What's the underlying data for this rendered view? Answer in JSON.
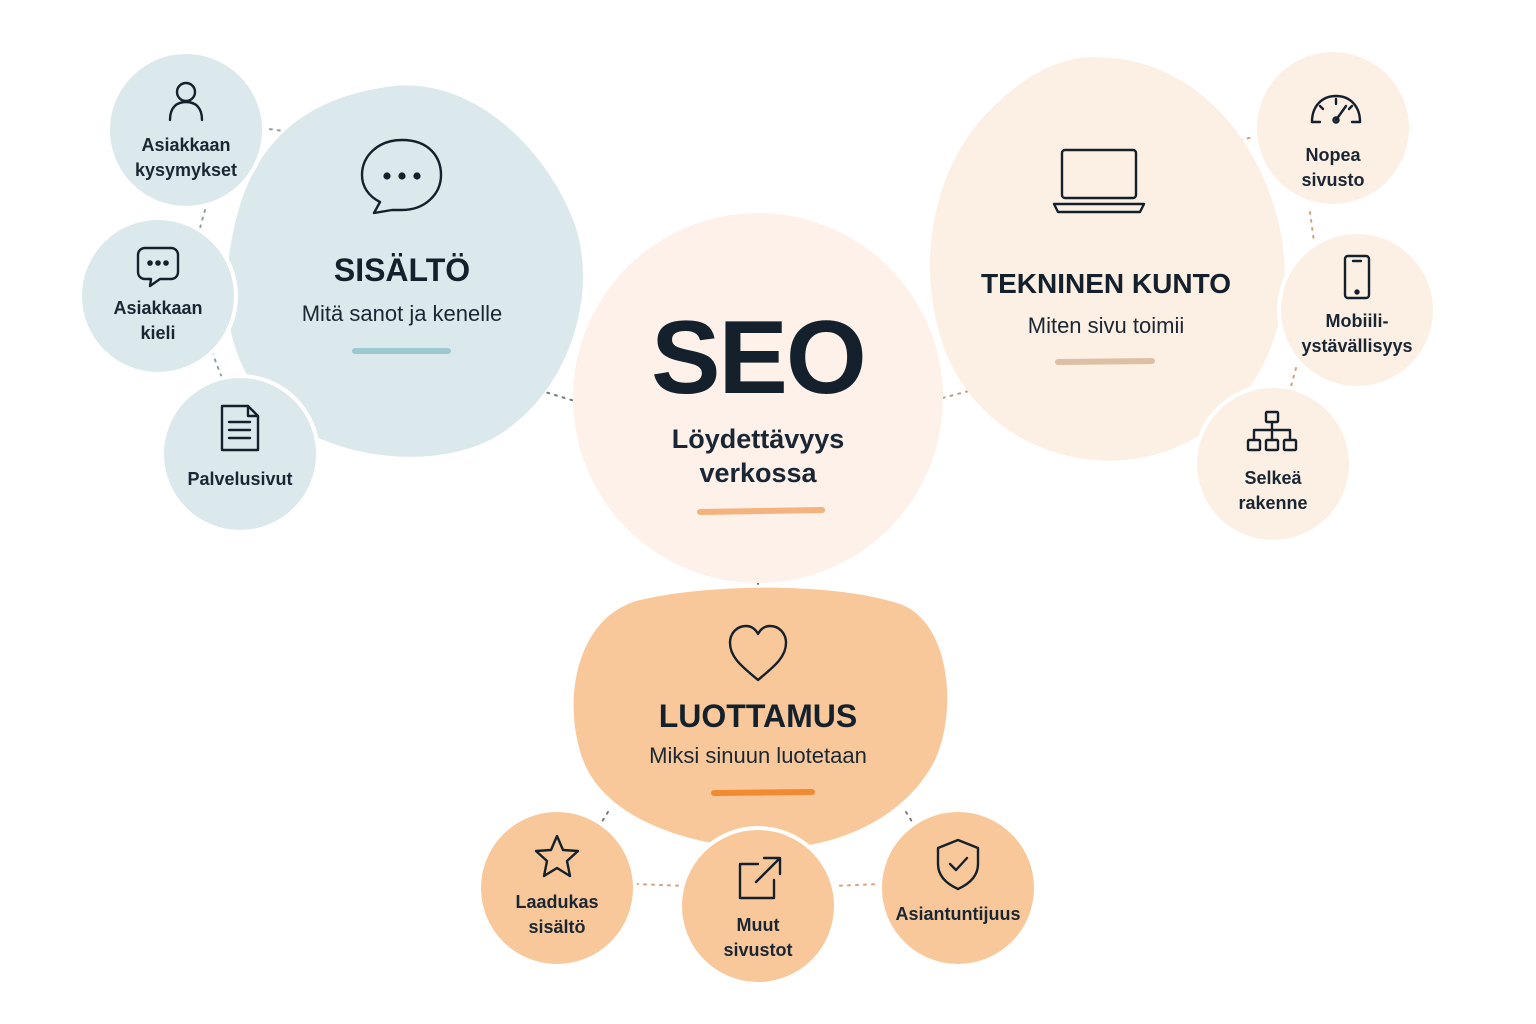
{
  "center": {
    "title": "SEO",
    "subtitle_line1": "Löydettävyys",
    "subtitle_line2": "verkossa",
    "icon": null
  },
  "clusters": {
    "content": {
      "title": "SISÄLTÖ",
      "subtitle": "Mitä sanot ja kenelle",
      "icon": "speech-bubble-icon",
      "color": "#dce9ec",
      "items": [
        {
          "line1": "Asiakkaan",
          "line2": "kysymykset",
          "icon": "person-icon"
        },
        {
          "line1": "Asiakkaan",
          "line2": "kieli",
          "icon": "chat-bubble-icon"
        },
        {
          "line1": "Palvelusivut",
          "line2": "",
          "icon": "document-icon"
        }
      ]
    },
    "technical": {
      "title": "TEKNINEN KUNTO",
      "subtitle": "Miten sivu toimii",
      "icon": "laptop-icon",
      "color": "#fcefe4",
      "items": [
        {
          "line1": "Nopea",
          "line2": "sivusto",
          "icon": "speedometer-icon"
        },
        {
          "line1": "Mobiili-",
          "line2": "ystävällisyys",
          "icon": "mobile-phone-icon"
        },
        {
          "line1": "Selkeä",
          "line2": "rakenne",
          "icon": "sitemap-icon"
        }
      ]
    },
    "trust": {
      "title": "LUOTTAMUS",
      "subtitle": "Miksi sinuun luotetaan",
      "icon": "heart-icon",
      "color": "#f9c89a",
      "items": [
        {
          "line1": "Laadukas",
          "line2": "sisältö",
          "icon": "star-icon"
        },
        {
          "line1": "Muut",
          "line2": "sivustot",
          "icon": "external-link-icon"
        },
        {
          "line1": "Asiantuntijuus",
          "line2": "",
          "icon": "shield-check-icon"
        }
      ]
    }
  },
  "colors": {
    "center_fill": "#fdf1ea",
    "content_fill": "#dce9ec",
    "content_accent": "#9cc8cf",
    "technical_fill": "#fcefe4",
    "technical_accent": "#dcc0a6",
    "trust_fill": "#f9c89a",
    "trust_accent": "#f08a33",
    "center_accent": "#f4b27c",
    "text": "#14202b"
  }
}
